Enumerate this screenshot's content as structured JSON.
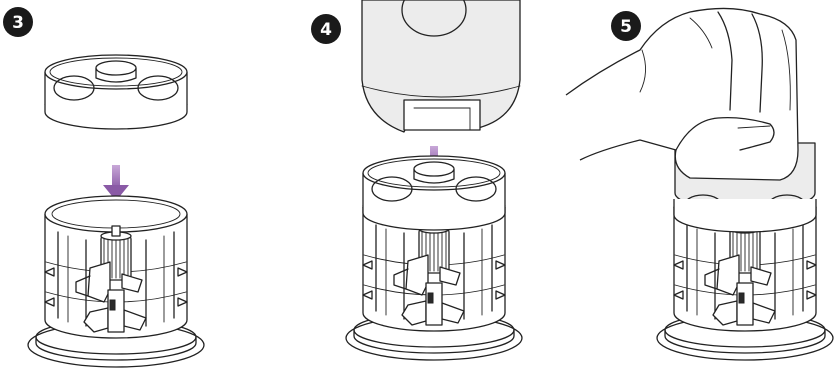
{
  "steps": [
    {
      "number": "3",
      "action": "place-lid-on-bowl"
    },
    {
      "number": "4",
      "action": "attach-motor-unit"
    },
    {
      "number": "5",
      "action": "press-to-operate"
    }
  ],
  "colors": {
    "badge": "#1a1a1a",
    "arrow": "#9b6bb3",
    "line": "#222222",
    "housing": "#ececec"
  },
  "icons": {
    "arrow": "arrow-down-icon",
    "hand": "hand-illustration"
  }
}
